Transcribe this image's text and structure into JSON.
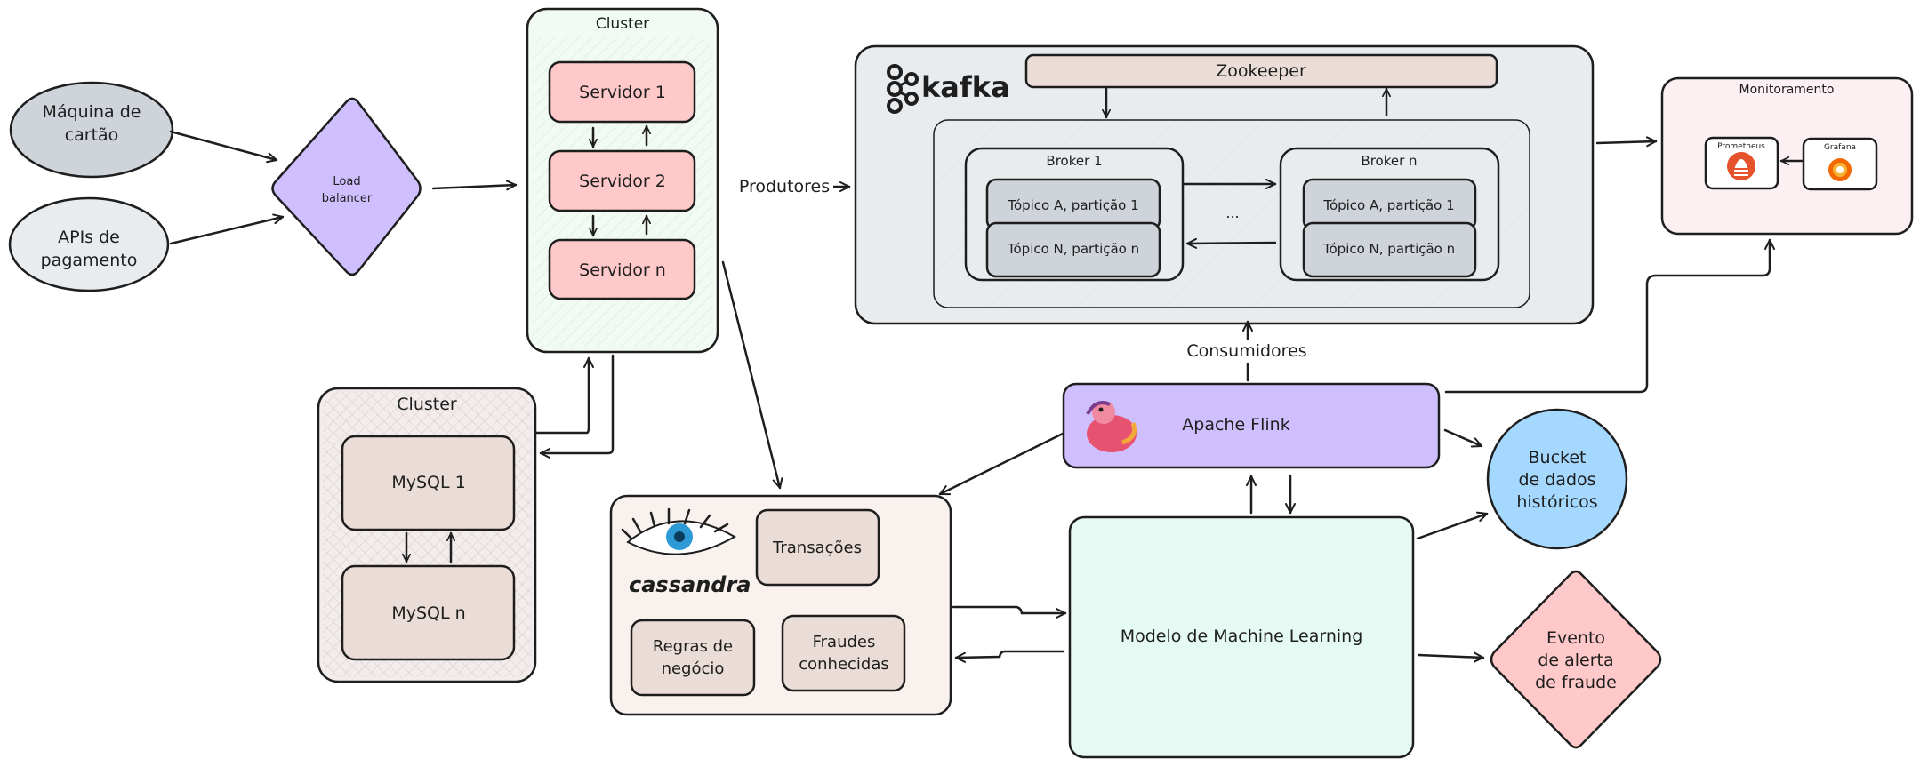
{
  "sources": {
    "card_machine": "Máquina de cartão",
    "payment_apis": "APIs de pagamento"
  },
  "load_balancer": "Load balancer",
  "app_cluster": {
    "title": "Cluster",
    "servers": [
      "Servidor 1",
      "Servidor 2",
      "Servidor n"
    ]
  },
  "db_cluster": {
    "title": "Cluster",
    "nodes": [
      "MySQL 1",
      "MySQL n"
    ]
  },
  "kafka": {
    "logo_text": "kafka",
    "zookeeper": "Zookeeper",
    "broker_1": {
      "title": "Broker 1",
      "topic_a": "Tópico A, partição 1",
      "topic_n": "Tópico N, partição n"
    },
    "ellipsis": "...",
    "broker_n": {
      "title": "Broker n",
      "topic_a": "Tópico A, partição 1",
      "topic_n": "Tópico N, partição n"
    }
  },
  "edge_labels": {
    "producers": "Produtores",
    "consumers": "Consumidores"
  },
  "monitoring": {
    "title": "Monitoramento",
    "prometheus": "Prometheus",
    "grafana": "Grafana"
  },
  "flink": "Apache Flink",
  "cassandra": {
    "logo_text": "cassandra",
    "tables": [
      "Transações",
      "Regras de negócio",
      "Fraudes conhecidas"
    ]
  },
  "ml_model": "Modelo de Machine Learning",
  "bucket": "Bucket de dados históricos",
  "fraud_alert": "Evento de alerta de fraude",
  "colors": {
    "stroke": "#1e1e1e",
    "source_dark": "#ced4da",
    "source_light": "#e9ecef",
    "load_balancer": "#d0bfff",
    "server": "#ffc9c9",
    "app_cluster_bg": "#f1faf3",
    "db_cluster_bg": "#f3ecec",
    "mysql": "#eaddd7",
    "kafka_bg": "#e9ecef",
    "zookeeper": "#eaddd7",
    "topic": "#ced4da",
    "monitoring_bg": "#fdf0f3",
    "flink": "#d0bfff",
    "cassandra_bg": "#f8f1ee",
    "ml_bg": "#e6faf4",
    "bucket": "#a5d8ff",
    "fraud": "#ffc9c9"
  }
}
